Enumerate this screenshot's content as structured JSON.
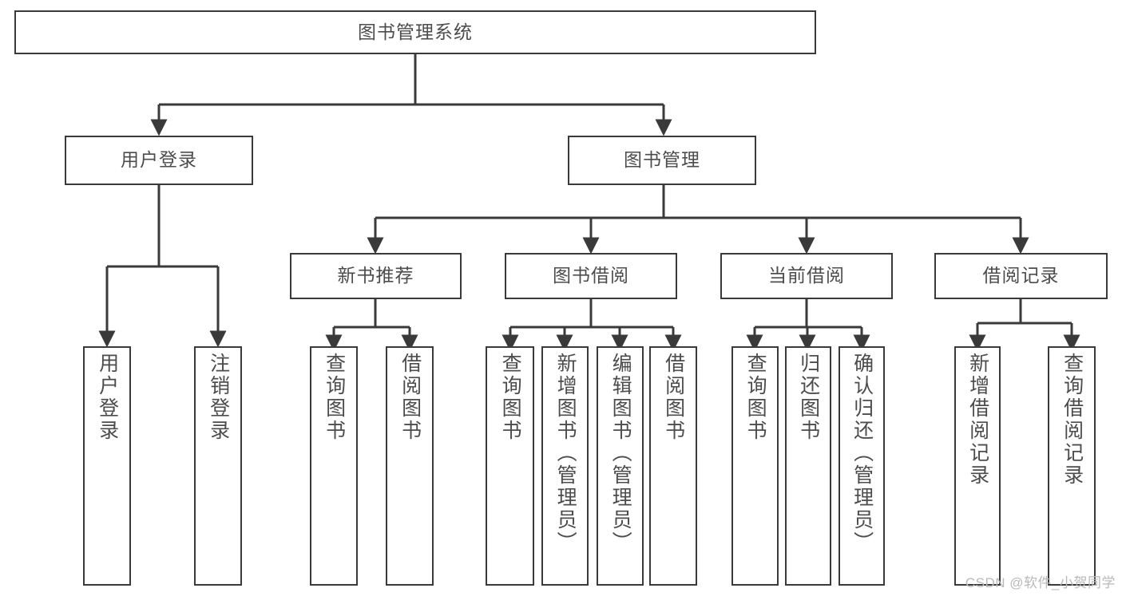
{
  "diagram": {
    "title": "图书管理系统",
    "type": "tree-hierarchy",
    "style": {
      "box_border": "#3a3a3a",
      "box_fill": "#ffffff",
      "text_color": "#4c4c4c",
      "edge_color": "#3a3a3a",
      "background": "#ffffff"
    },
    "root": {
      "label": "图书管理系统"
    },
    "level2": [
      {
        "label": "用户登录"
      },
      {
        "label": "图书管理"
      }
    ],
    "level3": [
      {
        "label": "新书推荐"
      },
      {
        "label": "图书借阅"
      },
      {
        "label": "当前借阅"
      },
      {
        "label": "借阅记录"
      }
    ],
    "leaves": {
      "user_login": [
        {
          "label": "用户登录"
        },
        {
          "label": "注销登录"
        }
      ],
      "new_book_recommend": [
        {
          "label": "查询图书"
        },
        {
          "label": "借阅图书"
        }
      ],
      "book_borrow": [
        {
          "label": "查询图书"
        },
        {
          "label": "新增图书（管理员）"
        },
        {
          "label": "编辑图书（管理员）"
        },
        {
          "label": "借阅图书"
        }
      ],
      "current_borrow": [
        {
          "label": "查询图书"
        },
        {
          "label": "归还图书"
        },
        {
          "label": "确认归还（管理员）"
        }
      ],
      "borrow_record": [
        {
          "label": "新增借阅记录"
        },
        {
          "label": "查询借阅记录"
        }
      ]
    }
  },
  "watermark": {
    "text": "CSDN @软件_小贺同学"
  }
}
